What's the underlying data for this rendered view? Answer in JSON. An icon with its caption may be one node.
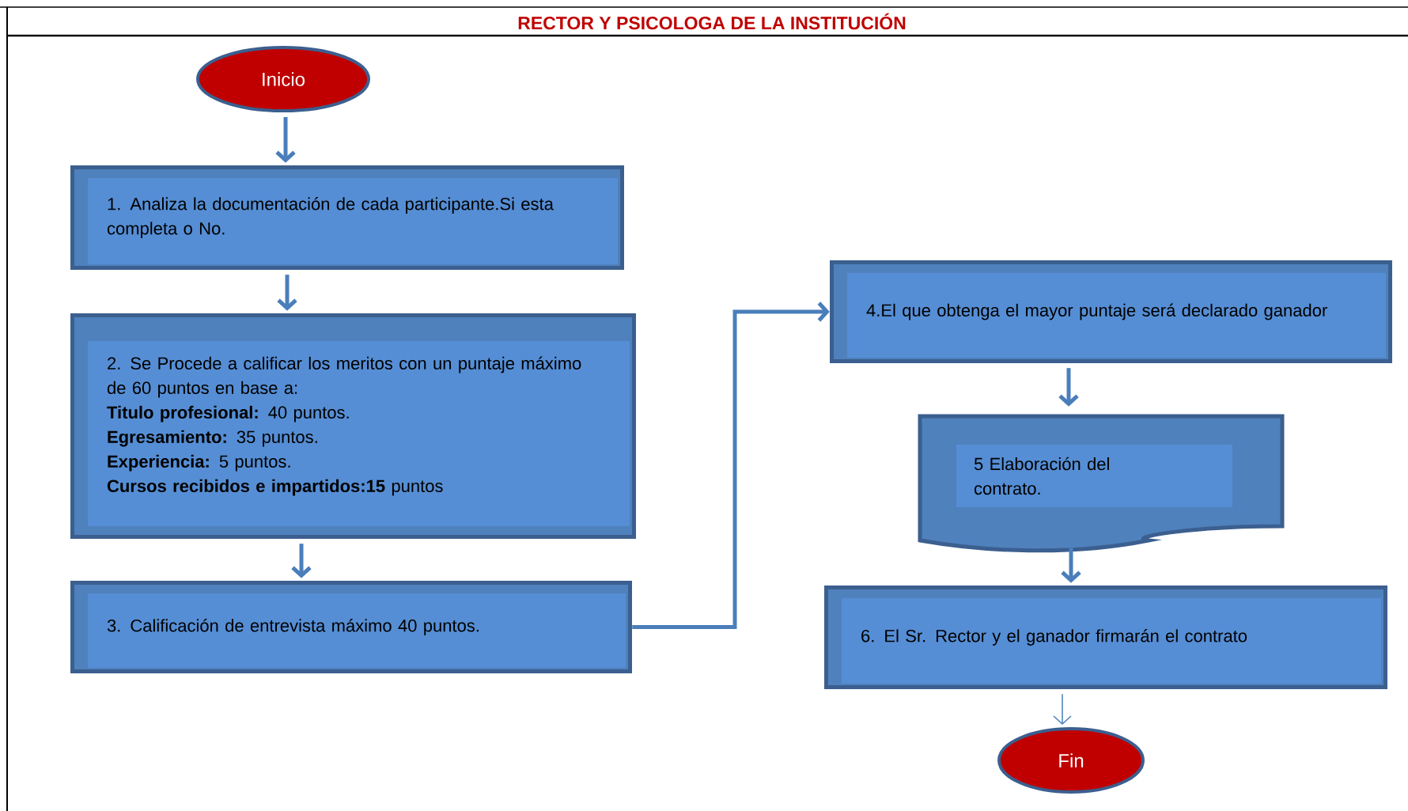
{
  "diagram": {
    "title": "RECTOR Y PSICOLOGA DE LA INSTITUCIÓN",
    "nodes": [
      {
        "text": [
          "Inicio"
        ]
      },
      {
        "text": [
          "1. Analiza la documentación de cada participante.Si esta completa o No."
        ]
      },
      {
        "text": [
          "2. Se Procede a calificar los meritos con un puntaje máximo de 60 puntos en base a:",
          "**Titulo profesional:** 40 puntos.",
          "**Egresamiento:** 35 puntos.",
          "**Experiencia:** 5 puntos.",
          "**Cursos recibidos e impartidos:15** puntos"
        ]
      },
      {
        "text": [
          "3. Calificación de entrevista máximo 40 puntos."
        ]
      },
      {
        "text": [
          "4.El que obtenga el mayor puntaje será declarado ganador"
        ]
      },
      {
        "text": [
          "5 Elaboración del contrato."
        ]
      },
      {
        "text": [
          "6. El Sr. Rector y el ganador firmarán el contrato"
        ]
      },
      {
        "text": [
          "Fin"
        ]
      }
    ],
    "edges": [
      {
        "from": 0,
        "to": 1,
        "arrow": "to"
      },
      {
        "from": 1,
        "to": 2,
        "arrow": "to"
      },
      {
        "from": 2,
        "to": 3,
        "arrow": "to"
      },
      {
        "from": 3,
        "to": 4,
        "arrow": "to"
      },
      {
        "from": 4,
        "to": 5,
        "arrow": "to"
      },
      {
        "from": 5,
        "to": 6,
        "arrow": "to"
      },
      {
        "from": 6,
        "to": 7,
        "arrow": "to"
      }
    ]
  }
}
